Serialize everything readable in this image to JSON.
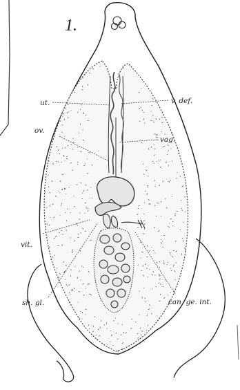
{
  "figure": {
    "number": "1.",
    "labels": {
      "ut": "ut.",
      "v_def": "v. def.",
      "ov": "ov.",
      "vag": "vag.",
      "vit": "vit.",
      "sh_gl": "sh. gl.",
      "can_ge_int": "can. ge. int."
    }
  },
  "colors": {
    "ink": "#222222",
    "fill_body": "#f1f1f1",
    "fill_organ": "#e2e2e2"
  }
}
